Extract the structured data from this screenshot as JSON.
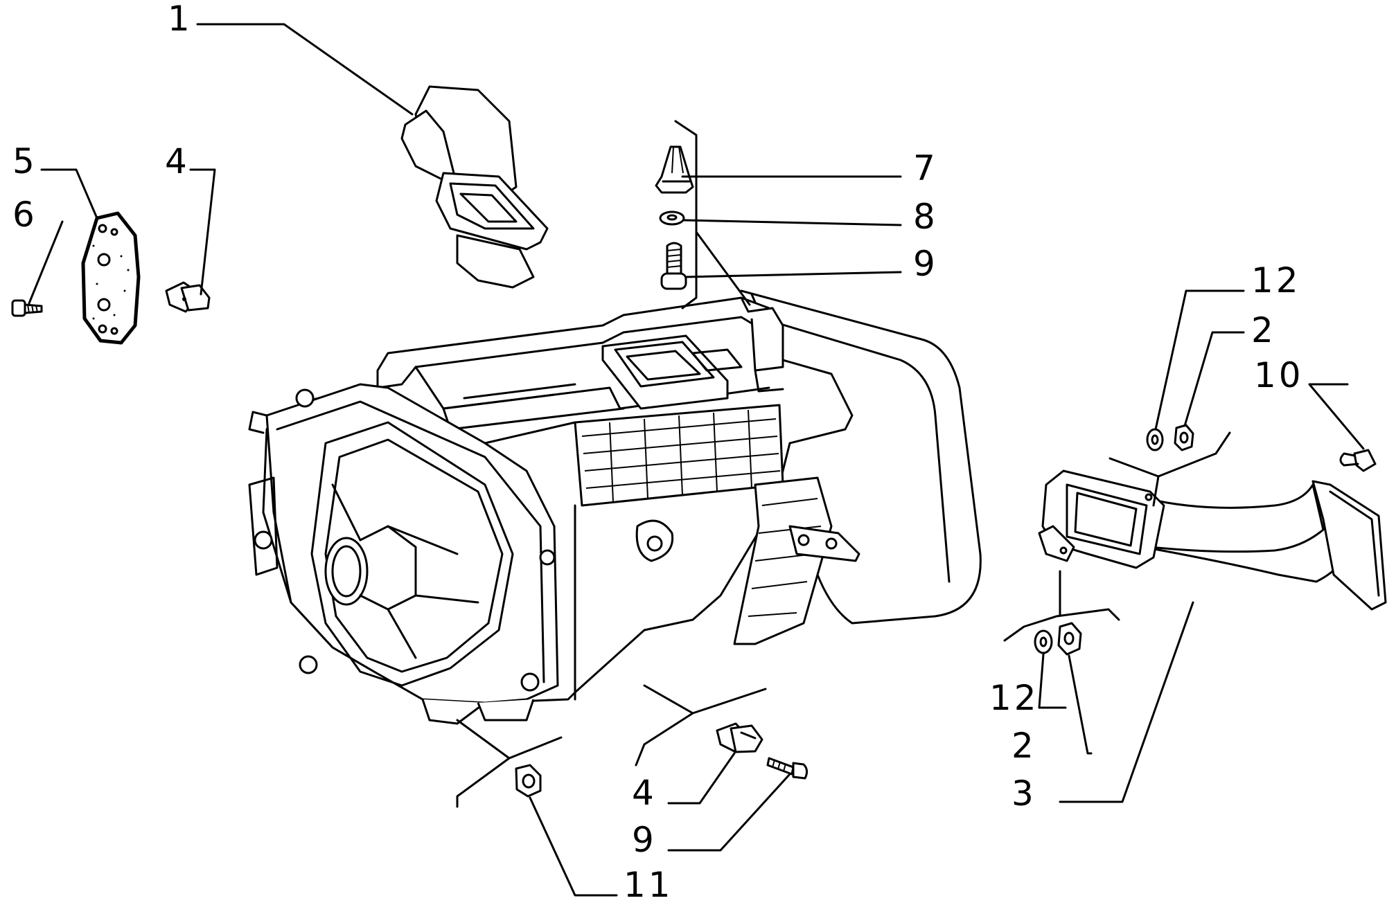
{
  "callouts": {
    "c1": "1",
    "c5": "5",
    "c4a": "4",
    "c6": "6",
    "c7": "7",
    "c8": "8",
    "c9a": "9",
    "c12a": "12",
    "c2a": "2",
    "c10": "10",
    "c12b": "12",
    "c2b": "2",
    "c3": "3",
    "c4b": "4",
    "c9b": "9",
    "c11": "11"
  },
  "parts": {
    "p1": "duct-outlet",
    "p2": "nut",
    "p3": "air-duct",
    "p4": "clip-nut",
    "p5": "plate",
    "p6": "screw",
    "p7": "rubber-grommet",
    "p8": "washer",
    "p9": "screw",
    "p10": "bolt",
    "p11": "nut",
    "p12": "washer",
    "main": "heater-unit-housing"
  }
}
